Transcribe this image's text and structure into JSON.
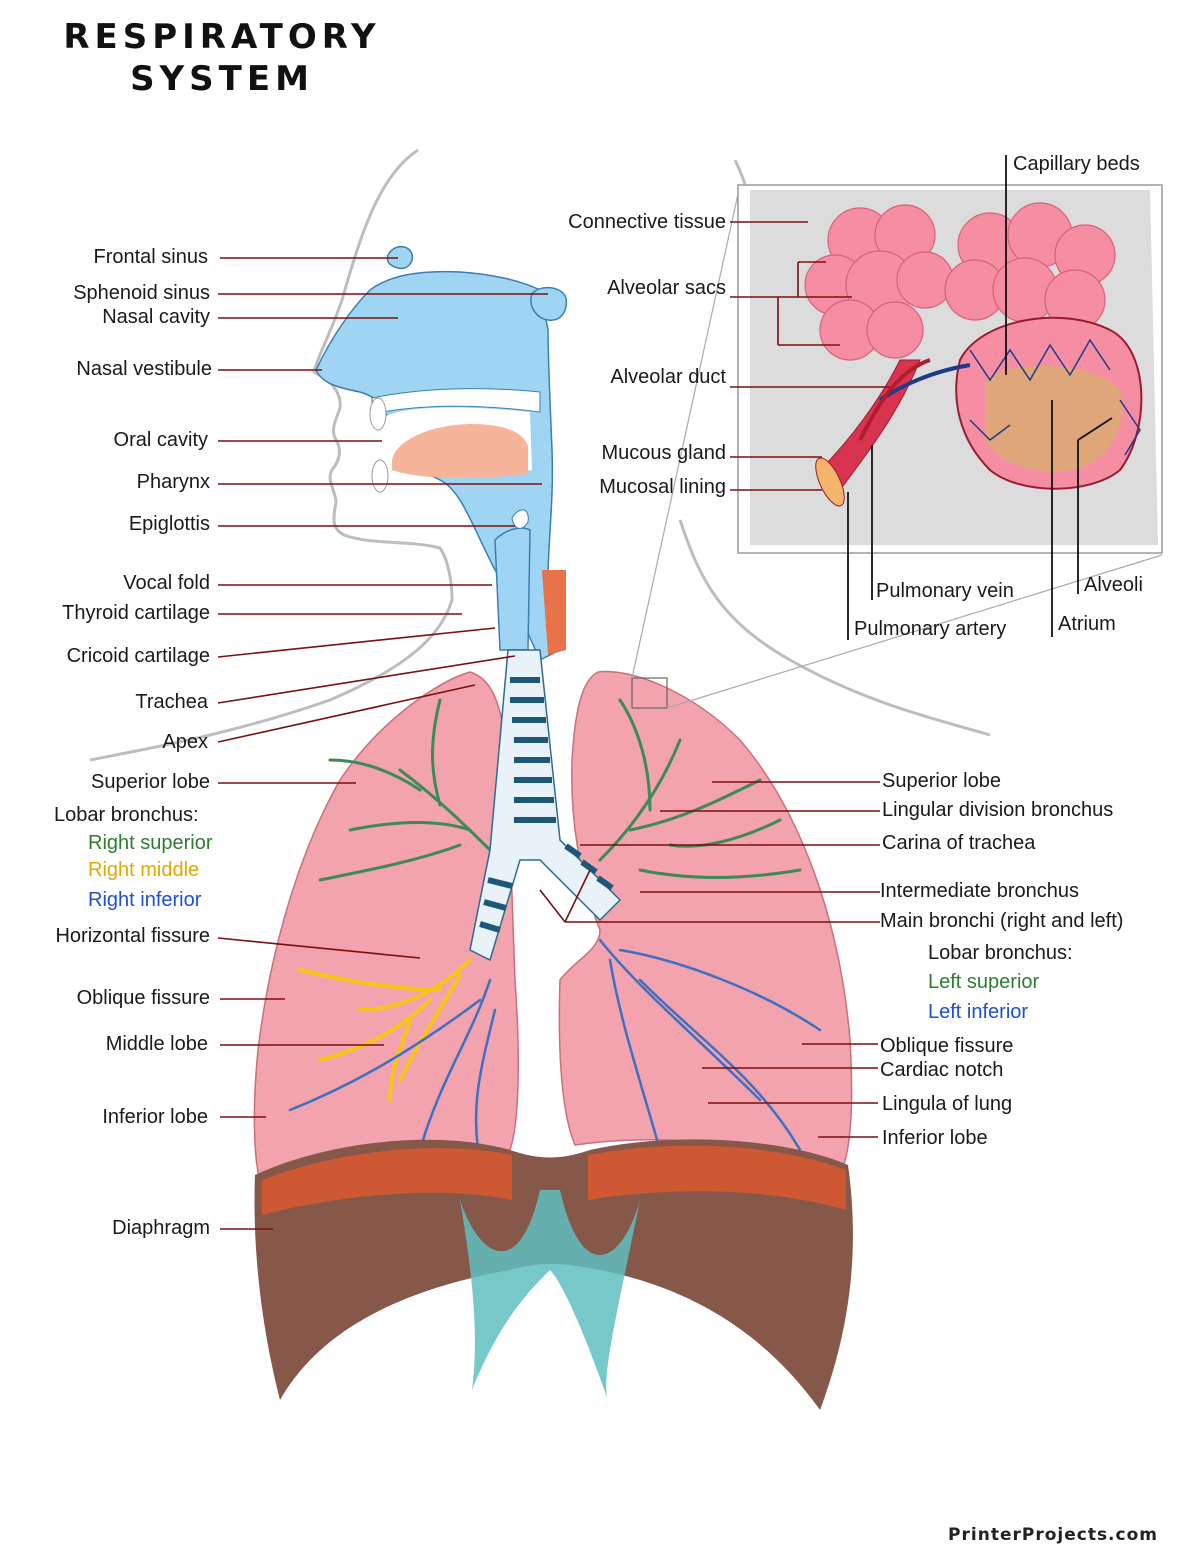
{
  "title_line1": "RESPIRATORY",
  "title_line2": "SYSTEM",
  "credit": "PrinterProjects.com",
  "colors": {
    "airway": "#9fd4f2",
    "lung": "#f2a3ae",
    "diaphragm": "#86584a",
    "bronchus_green": "#3d8a57",
    "bronchus_yellow": "#f5c518",
    "bronchus_blue": "#3f6fc0",
    "alveoli": "#f58ea3",
    "leader": "#7a1010"
  },
  "labels_left": {
    "frontal_sinus": "Frontal sinus",
    "sphenoid_sinus": "Sphenoid sinus",
    "nasal_cavity": "Nasal cavity",
    "nasal_vestibule": "Nasal vestibule",
    "oral_cavity": "Oral cavity",
    "pharynx": "Pharynx",
    "epiglottis": "Epiglottis",
    "vocal_fold": "Vocal fold",
    "thyroid_cartilage": "Thyroid cartilage",
    "cricoid_cartilage": "Cricoid cartilage",
    "trachea": "Trachea",
    "apex": "Apex",
    "superior_lobe": "Superior lobe",
    "lobar_bronchus": "Lobar bronchus:",
    "right_superior": "Right superior",
    "right_middle": "Right middle",
    "right_inferior": "Right inferior",
    "horizontal_fissure": "Horizontal fissure",
    "oblique_fissure": "Oblique fissure",
    "middle_lobe": "Middle lobe",
    "inferior_lobe": "Inferior lobe",
    "diaphragm": "Diaphragm"
  },
  "labels_inset": {
    "capillary_beds": "Capillary beds",
    "connective_tissue": "Connective tissue",
    "alveolar_sacs": "Alveolar sacs",
    "alveolar_duct": "Alveolar duct",
    "mucous_gland": "Mucous gland",
    "mucosal_lining": "Mucosal lining",
    "pulmonary_vein": "Pulmonary vein",
    "pulmonary_artery": "Pulmonary artery",
    "alveoli": "Alveoli",
    "atrium": "Atrium"
  },
  "labels_right": {
    "superior_lobe": "Superior lobe",
    "lingular_division_bronchus": "Lingular division bronchus",
    "carina_of_trachea": "Carina of trachea",
    "intermediate_bronchus": "Intermediate bronchus",
    "main_bronchi": "Main bronchi (right and left)",
    "lobar_bronchus": "Lobar bronchus:",
    "left_superior": "Left superior",
    "left_inferior": "Left inferior",
    "oblique_fissure": "Oblique fissure",
    "cardiac_notch": "Cardiac notch",
    "lingula_of_lung": "Lingula of lung",
    "inferior_lobe": "Inferior lobe"
  }
}
